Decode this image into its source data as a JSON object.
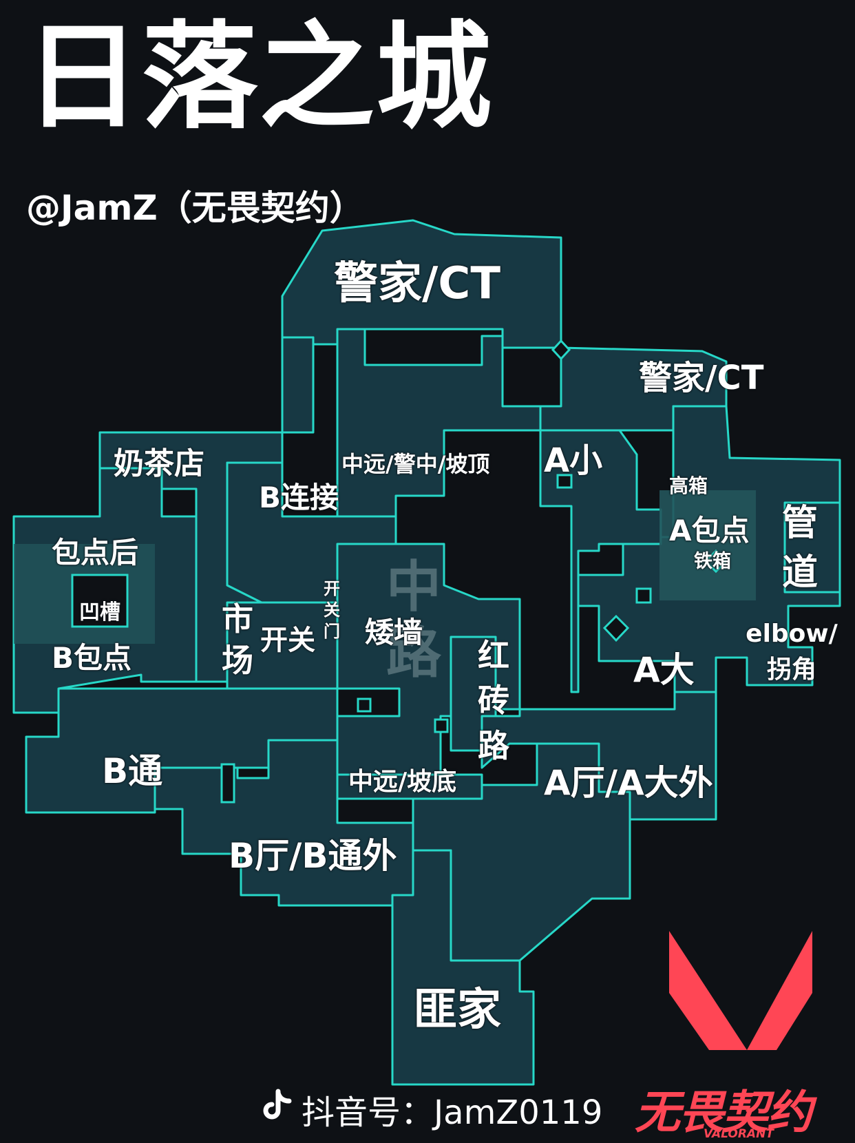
{
  "header": {
    "title": "日落之城",
    "author": "@JamZ（无畏契约）"
  },
  "colors": {
    "background": "#0e1115",
    "map_fill": "#173843",
    "map_outline": "#27d8c8",
    "site_fill": "#23555b",
    "brand_red": "#ff4655"
  },
  "map": {
    "labels": {
      "ct_top": "警家/CT",
      "ct_right": "警家/CT",
      "boba_shop": "奶茶店",
      "b_link": "B连接",
      "mid_top": "中远/警中/坡顶",
      "a_short": "A小",
      "high_box": "高箱",
      "a_site": "A包点",
      "iron_box": "铁箱",
      "pipes": "管道",
      "b_back_site": "包点后",
      "groove": "凹槽",
      "b_site": "B包点",
      "market": "市场",
      "switch": "开关",
      "switch_door": "开关门",
      "mid": "中路",
      "low_wall": "矮墙",
      "red_brick": "红砖路",
      "elbow": "elbow/拐角",
      "a_main": "A大",
      "b_main": "B通",
      "mid_bottom": "中远/坡底",
      "a_lobby": "A厅/A大外",
      "b_lobby": "B厅/B通外",
      "attacker_spawn": "匪家"
    }
  },
  "footer": {
    "douyin_label": "抖音号：JamZ0119",
    "logo_cn": "无畏契约",
    "logo_en": "VALORANT",
    "douyin_icon": "douyin-note-icon",
    "logo_icon": "valorant-v-icon"
  }
}
